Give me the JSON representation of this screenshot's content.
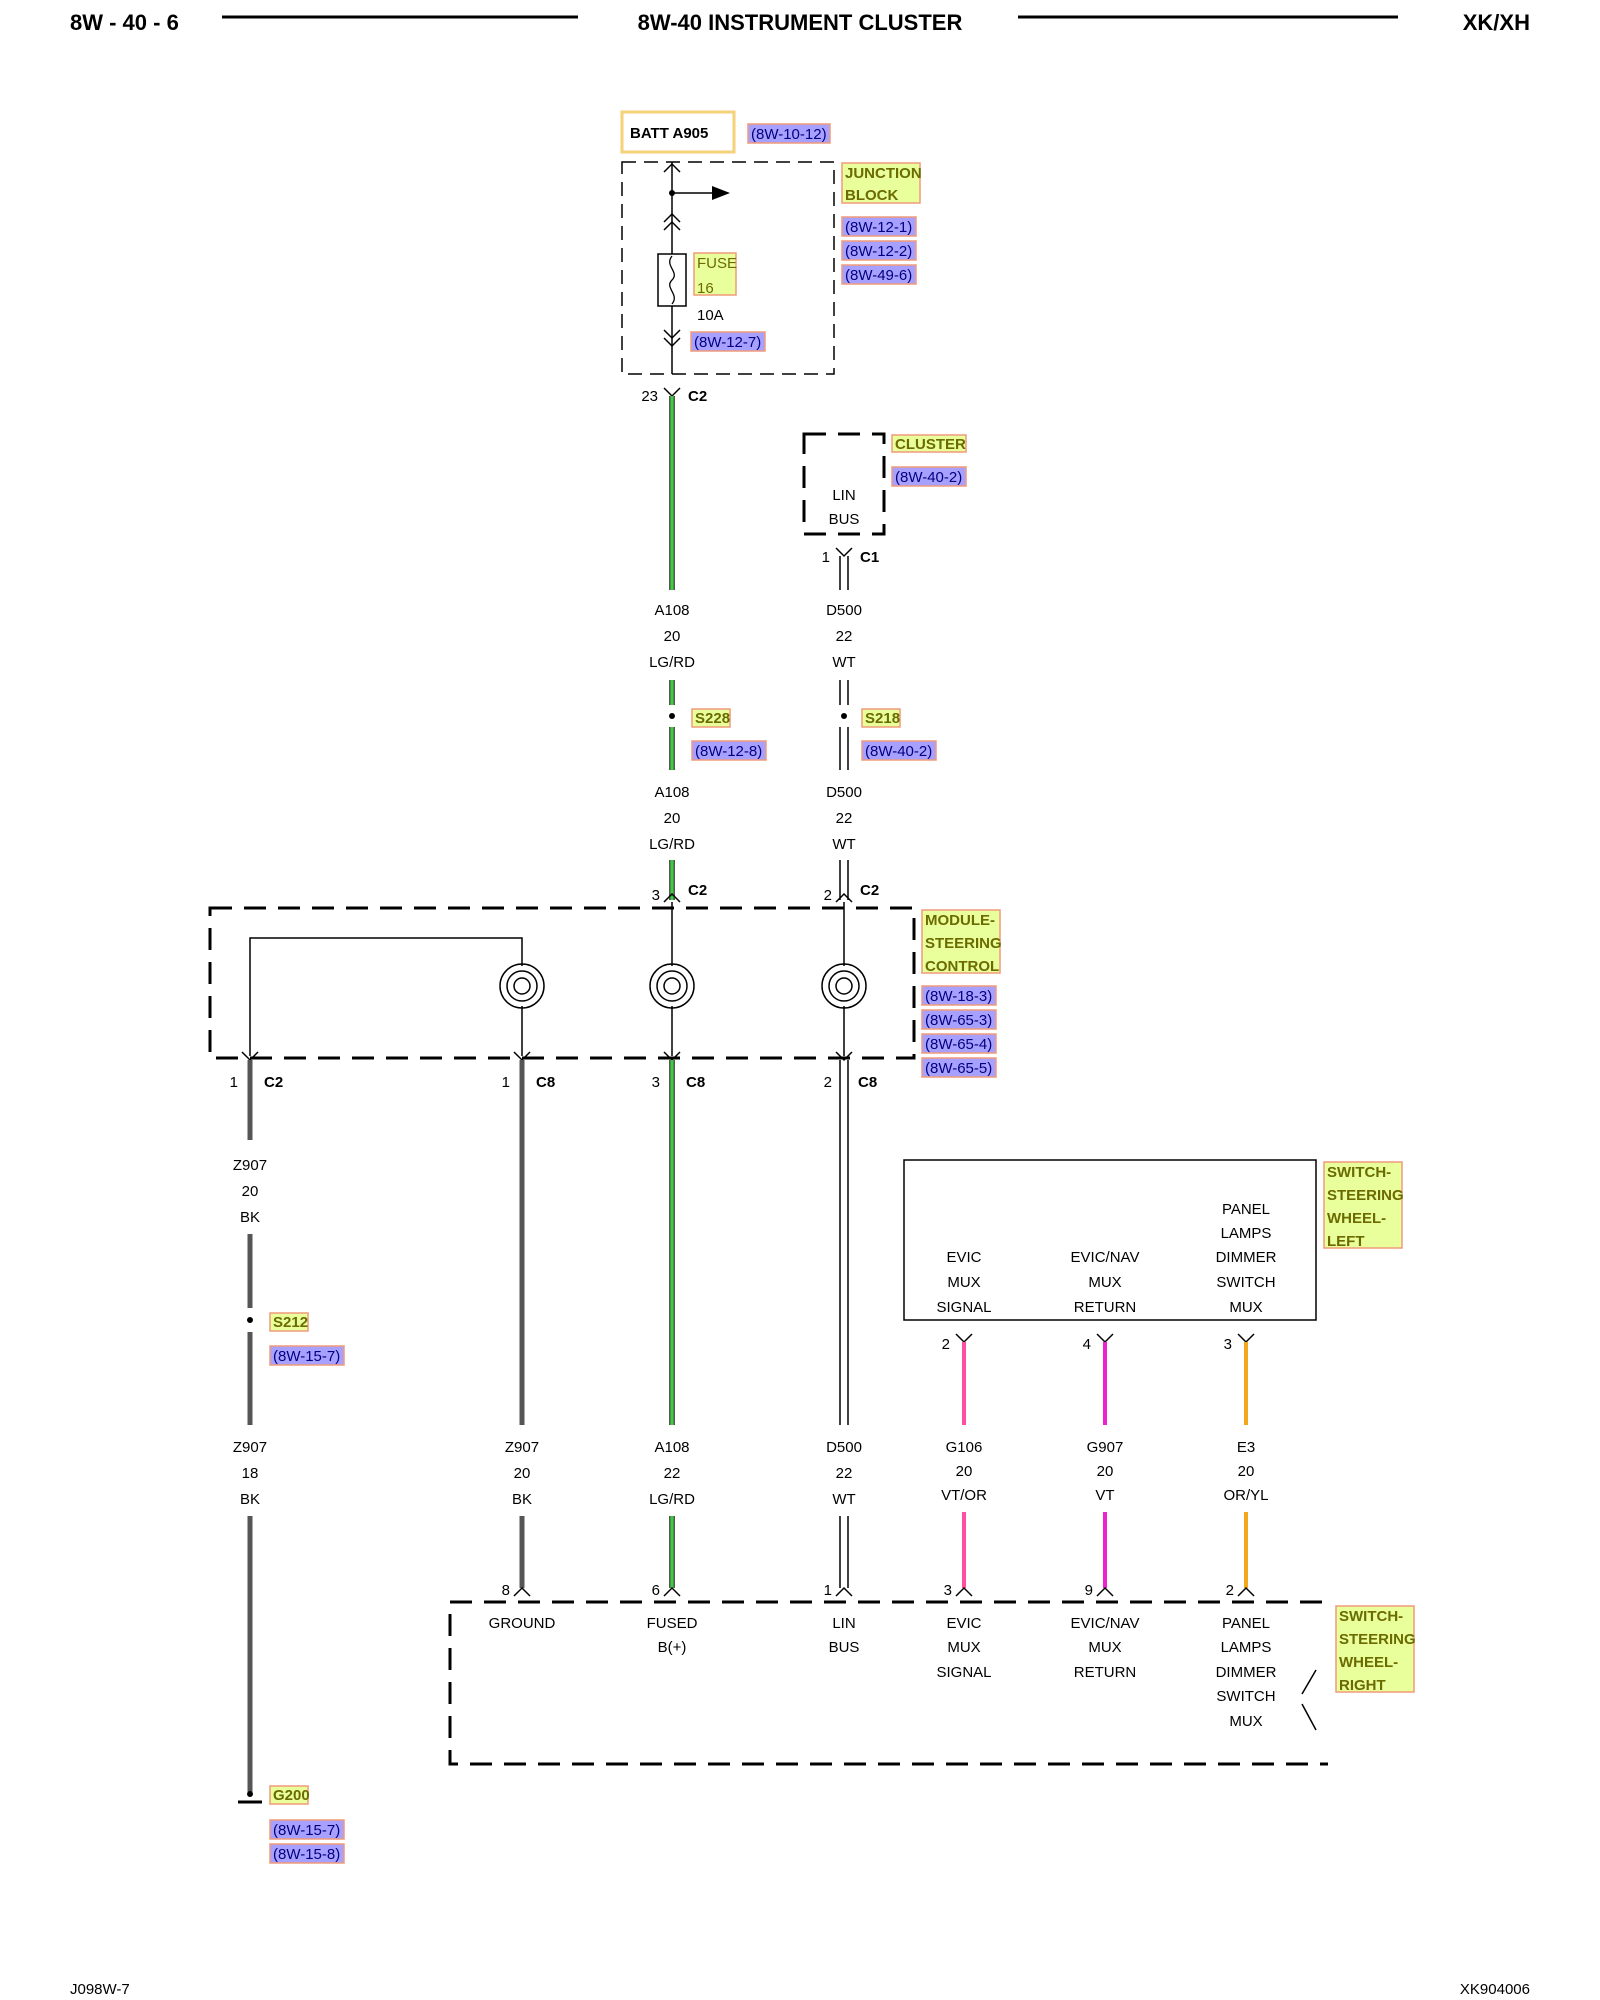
{
  "header": {
    "left": "8W - 40 - 6",
    "center": "8W-40 INSTRUMENT CLUSTER",
    "right": "XK/XH"
  },
  "footer": {
    "left": "J098W-7",
    "right": "XK904006"
  },
  "colors": {
    "green_wire": "#39d03c",
    "gray_wire": "#555555",
    "magenta_wire": "#ee22cc",
    "pink_wire": "#ff4fa0",
    "orange_wire": "#f2a81c",
    "tag_fill": "#e8ff9c",
    "tag_border": "#f09a7a",
    "ref_fill": "#a8a0ff",
    "batt_border": "#f4d27a"
  },
  "batt": {
    "label": "BATT A905",
    "ref": "(8W-10-12)"
  },
  "junction_block": {
    "tag": [
      "JUNCTION",
      "BLOCK"
    ],
    "refs": [
      "(8W-12-1)",
      "(8W-12-2)",
      "(8W-49-6)"
    ],
    "fuse_tag": [
      "FUSE",
      "16"
    ],
    "fuse_rating": "10A",
    "fuse_ref": "(8W-12-7)",
    "pin": "23",
    "connector": "C2"
  },
  "cluster": {
    "tag": "CLUSTER",
    "ref": "(8W-40-2)",
    "text": [
      "LIN",
      "BUS"
    ],
    "pin": "1",
    "connector": "C1"
  },
  "wires": {
    "a108_top": [
      "A108",
      "20",
      "LG/RD"
    ],
    "d500_top": [
      "D500",
      "22",
      "WT"
    ],
    "a108_mid": [
      "A108",
      "20",
      "LG/RD"
    ],
    "d500_mid": [
      "D500",
      "22",
      "WT"
    ]
  },
  "splices": {
    "s228": {
      "tag": "S228",
      "ref": "(8W-12-8)"
    },
    "s218": {
      "tag": "S218",
      "ref": "(8W-40-2)"
    },
    "s212": {
      "tag": "S212",
      "ref": "(8W-15-7)"
    }
  },
  "steering_module": {
    "tag": [
      "MODULE-",
      "STEERING",
      "CONTROL"
    ],
    "refs": [
      "(8W-18-3)",
      "(8W-65-3)",
      "(8W-65-4)",
      "(8W-65-5)"
    ],
    "top_pins": [
      {
        "pin": "3",
        "conn": "C2"
      },
      {
        "pin": "2",
        "conn": "C2"
      }
    ],
    "bottom_pins": [
      {
        "pin": "1",
        "conn": "C2"
      },
      {
        "pin": "1",
        "conn": "C8"
      },
      {
        "pin": "3",
        "conn": "C8"
      },
      {
        "pin": "2",
        "conn": "C8"
      }
    ]
  },
  "lower_wires": {
    "z907_a": [
      "Z907",
      "20",
      "BK"
    ],
    "z907_b": [
      "Z907",
      "18",
      "BK"
    ],
    "z907_c": [
      "Z907",
      "20",
      "BK"
    ],
    "a108": [
      "A108",
      "22",
      "LG/RD"
    ],
    "d500": [
      "D500",
      "22",
      "WT"
    ],
    "g106": [
      "G106",
      "20",
      "VT/OR"
    ],
    "g907": [
      "G907",
      "20",
      "VT"
    ],
    "e3": [
      "E3",
      "20",
      "OR/YL"
    ]
  },
  "switch_left": {
    "tag": [
      "SWITCH-",
      "STEERING",
      "WHEEL-",
      "LEFT"
    ],
    "col1": [
      "EVIC",
      "MUX",
      "SIGNAL"
    ],
    "col2": [
      "EVIC/NAV",
      "MUX",
      "RETURN"
    ],
    "col3": [
      "PANEL",
      "LAMPS",
      "DIMMER",
      "SWITCH",
      "MUX"
    ],
    "pins": [
      "2",
      "4",
      "3"
    ]
  },
  "switch_right": {
    "tag": [
      "SWITCH-",
      "STEERING",
      "WHEEL-",
      "RIGHT"
    ],
    "pins": [
      "8",
      "6",
      "1",
      "3",
      "9",
      "2"
    ],
    "col1": [
      "GROUND"
    ],
    "col2": [
      "FUSED",
      "B(+)"
    ],
    "col3": [
      "LIN",
      "BUS"
    ],
    "col4": [
      "EVIC",
      "MUX",
      "SIGNAL"
    ],
    "col5": [
      "EVIC/NAV",
      "MUX",
      "RETURN"
    ],
    "col6": [
      "PANEL",
      "LAMPS",
      "DIMMER",
      "SWITCH",
      "MUX"
    ]
  },
  "ground": {
    "tag": "G200",
    "refs": [
      "(8W-15-7)",
      "(8W-15-8)"
    ]
  }
}
